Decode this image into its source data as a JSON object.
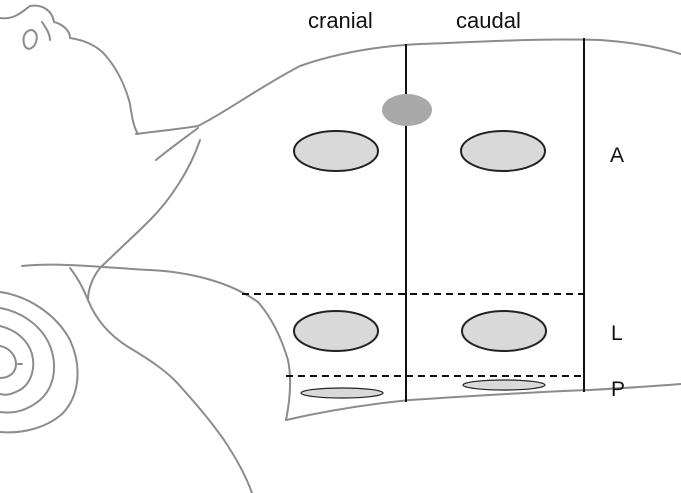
{
  "columns": {
    "cranial": "cranial",
    "caudal": "caudal"
  },
  "zones": {
    "anterior": "A",
    "lateral": "L",
    "posterior": "P"
  },
  "colors": {
    "outline": "#8c8c8c",
    "grid_line": "#111111",
    "probe_fill": "#d9d9d9",
    "probe_stroke": "#222222",
    "landmark_fill": "#a9a9a9"
  }
}
